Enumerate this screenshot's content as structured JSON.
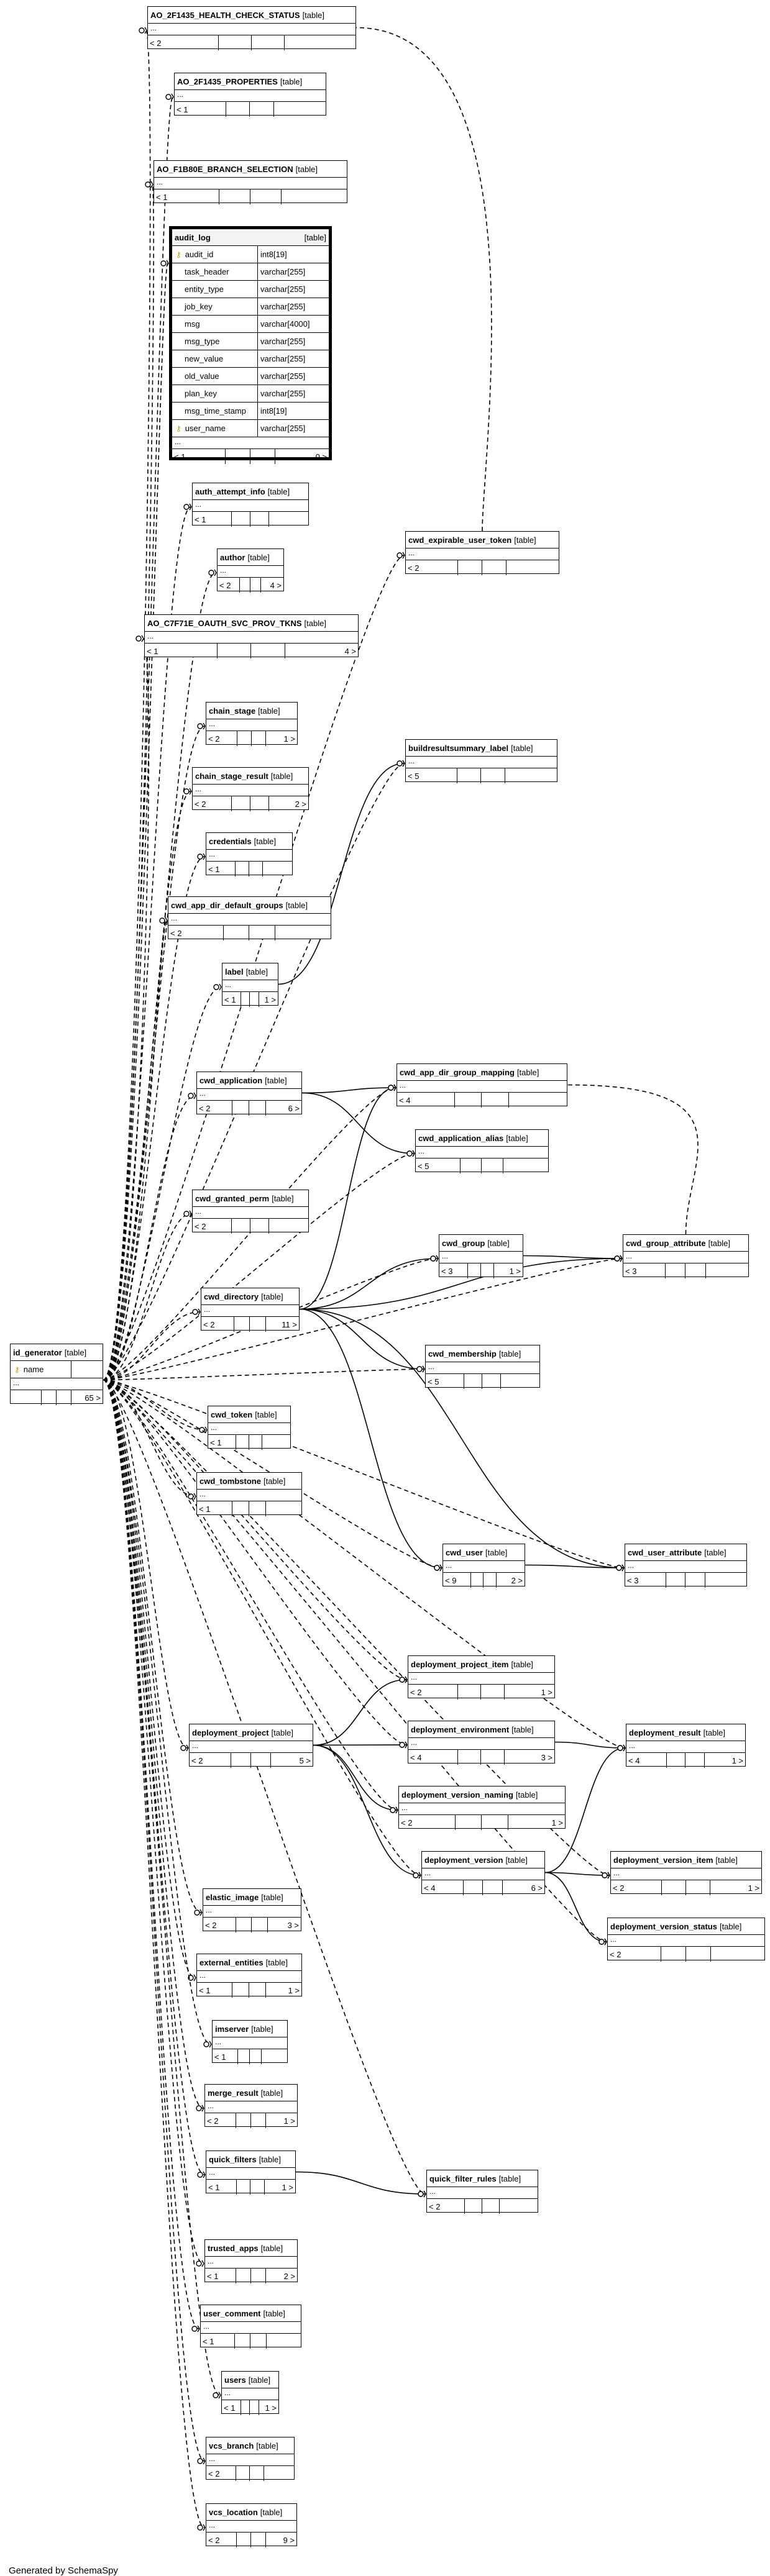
{
  "footer": {
    "credit": "Generated by SchemaSpy"
  },
  "tables": [
    {
      "id": "ao_health",
      "name": "AO_2F1435_HEALTH_CHECK_STATUS",
      "kind": "[table]",
      "left": "< 2",
      "right": ""
    },
    {
      "id": "ao_props",
      "name": "AO_2F1435_PROPERTIES",
      "kind": "[table]",
      "left": "< 1",
      "right": ""
    },
    {
      "id": "ao_branch",
      "name": "AO_F1B80E_BRANCH_SELECTION",
      "kind": "[table]",
      "left": "< 1",
      "right": ""
    },
    {
      "id": "audit_log",
      "name": "audit_log",
      "kind": "[table]",
      "left": "< 1",
      "right": "0 >",
      "columns": [
        {
          "name": "audit_id",
          "type": "int8[19]",
          "key": true
        },
        {
          "name": "task_header",
          "type": "varchar[255]"
        },
        {
          "name": "entity_type",
          "type": "varchar[255]"
        },
        {
          "name": "job_key",
          "type": "varchar[255]"
        },
        {
          "name": "msg",
          "type": "varchar[4000]"
        },
        {
          "name": "msg_type",
          "type": "varchar[255]"
        },
        {
          "name": "new_value",
          "type": "varchar[255]"
        },
        {
          "name": "old_value",
          "type": "varchar[255]"
        },
        {
          "name": "plan_key",
          "type": "varchar[255]"
        },
        {
          "name": "msg_time_stamp",
          "type": "int8[19]"
        },
        {
          "name": "user_name",
          "type": "varchar[255]",
          "fk": true
        }
      ]
    },
    {
      "id": "auth_attempt",
      "name": "auth_attempt_info",
      "kind": "[table]",
      "left": "< 1",
      "right": ""
    },
    {
      "id": "cwd_exp_token",
      "name": "cwd_expirable_user_token",
      "kind": "[table]",
      "left": "< 2",
      "right": ""
    },
    {
      "id": "author",
      "name": "author",
      "kind": "[table]",
      "left": "< 2",
      "right": "4 >"
    },
    {
      "id": "ao_oauth",
      "name": "AO_C7F71E_OAUTH_SVC_PROV_TKNS",
      "kind": "[table]",
      "left": "< 1",
      "right": "4 >"
    },
    {
      "id": "chain_stage",
      "name": "chain_stage",
      "kind": "[table]",
      "left": "< 2",
      "right": "1 >"
    },
    {
      "id": "build_summary_label",
      "name": "buildresultsummary_label",
      "kind": "[table]",
      "left": "< 5",
      "right": ""
    },
    {
      "id": "chain_stage_result",
      "name": "chain_stage_result",
      "kind": "[table]",
      "left": "< 2",
      "right": "2 >"
    },
    {
      "id": "credentials",
      "name": "credentials",
      "kind": "[table]",
      "left": "< 1",
      "right": ""
    },
    {
      "id": "cwd_app_dir_default_groups",
      "name": "cwd_app_dir_default_groups",
      "kind": "[table]",
      "left": "< 2",
      "right": ""
    },
    {
      "id": "label",
      "name": "label",
      "kind": "[table]",
      "left": "< 1",
      "right": "1 >"
    },
    {
      "id": "cwd_app_dir_group_mapping",
      "name": "cwd_app_dir_group_mapping",
      "kind": "[table]",
      "left": "< 4",
      "right": ""
    },
    {
      "id": "cwd_application",
      "name": "cwd_application",
      "kind": "[table]",
      "left": "< 2",
      "right": "6 >"
    },
    {
      "id": "cwd_application_alias",
      "name": "cwd_application_alias",
      "kind": "[table]",
      "left": "< 5",
      "right": ""
    },
    {
      "id": "cwd_granted_perm",
      "name": "cwd_granted_perm",
      "kind": "[table]",
      "left": "< 2",
      "right": ""
    },
    {
      "id": "cwd_group",
      "name": "cwd_group",
      "kind": "[table]",
      "left": "< 3",
      "right": "1 >"
    },
    {
      "id": "cwd_group_attribute",
      "name": "cwd_group_attribute",
      "kind": "[table]",
      "left": "< 3",
      "right": ""
    },
    {
      "id": "cwd_directory",
      "name": "cwd_directory",
      "kind": "[table]",
      "left": "< 2",
      "right": "11 >"
    },
    {
      "id": "id_generator",
      "name": "id_generator",
      "kind": "[table]",
      "left": "",
      "right": "65 >",
      "columns": [
        {
          "name": "name",
          "type": "",
          "key": true
        }
      ]
    },
    {
      "id": "cwd_membership",
      "name": "cwd_membership",
      "kind": "[table]",
      "left": "< 5",
      "right": ""
    },
    {
      "id": "cwd_token",
      "name": "cwd_token",
      "kind": "[table]",
      "left": "< 1",
      "right": ""
    },
    {
      "id": "cwd_tombstone",
      "name": "cwd_tombstone",
      "kind": "[table]",
      "left": "< 1",
      "right": ""
    },
    {
      "id": "cwd_user",
      "name": "cwd_user",
      "kind": "[table]",
      "left": "< 9",
      "right": "2 >"
    },
    {
      "id": "cwd_user_attribute",
      "name": "cwd_user_attribute",
      "kind": "[table]",
      "left": "< 3",
      "right": ""
    },
    {
      "id": "deployment_project_item",
      "name": "deployment_project_item",
      "kind": "[table]",
      "left": "< 2",
      "right": "1 >"
    },
    {
      "id": "deployment_project",
      "name": "deployment_project",
      "kind": "[table]",
      "left": "< 2",
      "right": "5 >"
    },
    {
      "id": "deployment_environment",
      "name": "deployment_environment",
      "kind": "[table]",
      "left": "< 4",
      "right": "3 >"
    },
    {
      "id": "deployment_result",
      "name": "deployment_result",
      "kind": "[table]",
      "left": "< 4",
      "right": "1 >"
    },
    {
      "id": "deployment_version_naming",
      "name": "deployment_version_naming",
      "kind": "[table]",
      "left": "< 2",
      "right": "1 >"
    },
    {
      "id": "deployment_version",
      "name": "deployment_version",
      "kind": "[table]",
      "left": "< 4",
      "right": "6 >"
    },
    {
      "id": "deployment_version_item",
      "name": "deployment_version_item",
      "kind": "[table]",
      "left": "< 2",
      "right": "1 >"
    },
    {
      "id": "deployment_version_status",
      "name": "deployment_version_status",
      "kind": "[table]",
      "left": "< 2",
      "right": ""
    },
    {
      "id": "elastic_image",
      "name": "elastic_image",
      "kind": "[table]",
      "left": "< 2",
      "right": "3 >"
    },
    {
      "id": "external_entities",
      "name": "external_entities",
      "kind": "[table]",
      "left": "< 1",
      "right": "1 >"
    },
    {
      "id": "imserver",
      "name": "imserver",
      "kind": "[table]",
      "left": "< 1",
      "right": ""
    },
    {
      "id": "merge_result",
      "name": "merge_result",
      "kind": "[table]",
      "left": "< 2",
      "right": "1 >"
    },
    {
      "id": "quick_filters",
      "name": "quick_filters",
      "kind": "[table]",
      "left": "< 1",
      "right": "1 >"
    },
    {
      "id": "quick_filter_rules",
      "name": "quick_filter_rules",
      "kind": "[table]",
      "left": "< 2",
      "right": ""
    },
    {
      "id": "trusted_apps",
      "name": "trusted_apps",
      "kind": "[table]",
      "left": "< 1",
      "right": "2 >"
    },
    {
      "id": "user_comment",
      "name": "user_comment",
      "kind": "[table]",
      "left": "< 1",
      "right": ""
    },
    {
      "id": "users",
      "name": "users",
      "kind": "[table]",
      "left": "< 1",
      "right": "1 >"
    },
    {
      "id": "vcs_branch",
      "name": "vcs_branch",
      "kind": "[table]",
      "left": "< 2",
      "right": ""
    },
    {
      "id": "vcs_location",
      "name": "vcs_location",
      "kind": "[table]",
      "left": "< 2",
      "right": "9 >"
    }
  ]
}
